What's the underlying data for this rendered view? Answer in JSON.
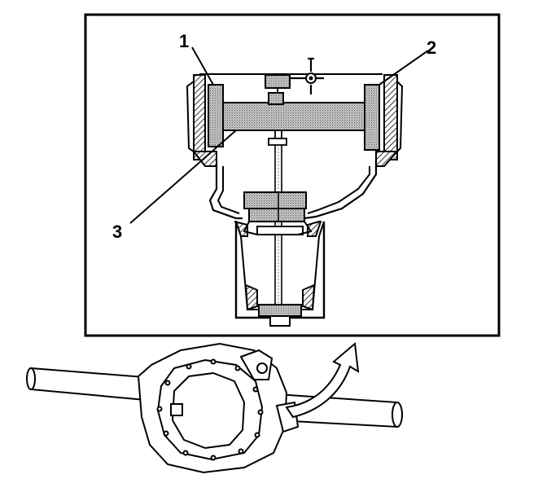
{
  "callouts": {
    "c1": "1",
    "c2": "2",
    "c3": "3"
  },
  "colors": {
    "line": "#000000",
    "fill": "#ffffff",
    "stipple": "#9a9a9a"
  }
}
